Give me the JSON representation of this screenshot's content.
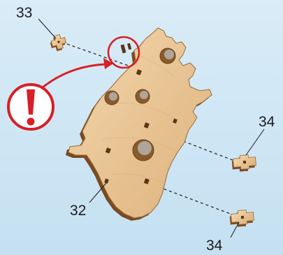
{
  "labels": {
    "top_left": "33",
    "right_upper": "34",
    "bottom_right": "34",
    "plate": "32"
  },
  "icons": [
    "warning-exclamation-icon",
    "highlight-circle",
    "curved-arrow"
  ],
  "colors": {
    "background": "#d3e8f5",
    "wood": "#e9c79a",
    "wood_edge": "#8a5a2b",
    "warning_red": "#d81f26",
    "dash": "#2a2a2a"
  }
}
